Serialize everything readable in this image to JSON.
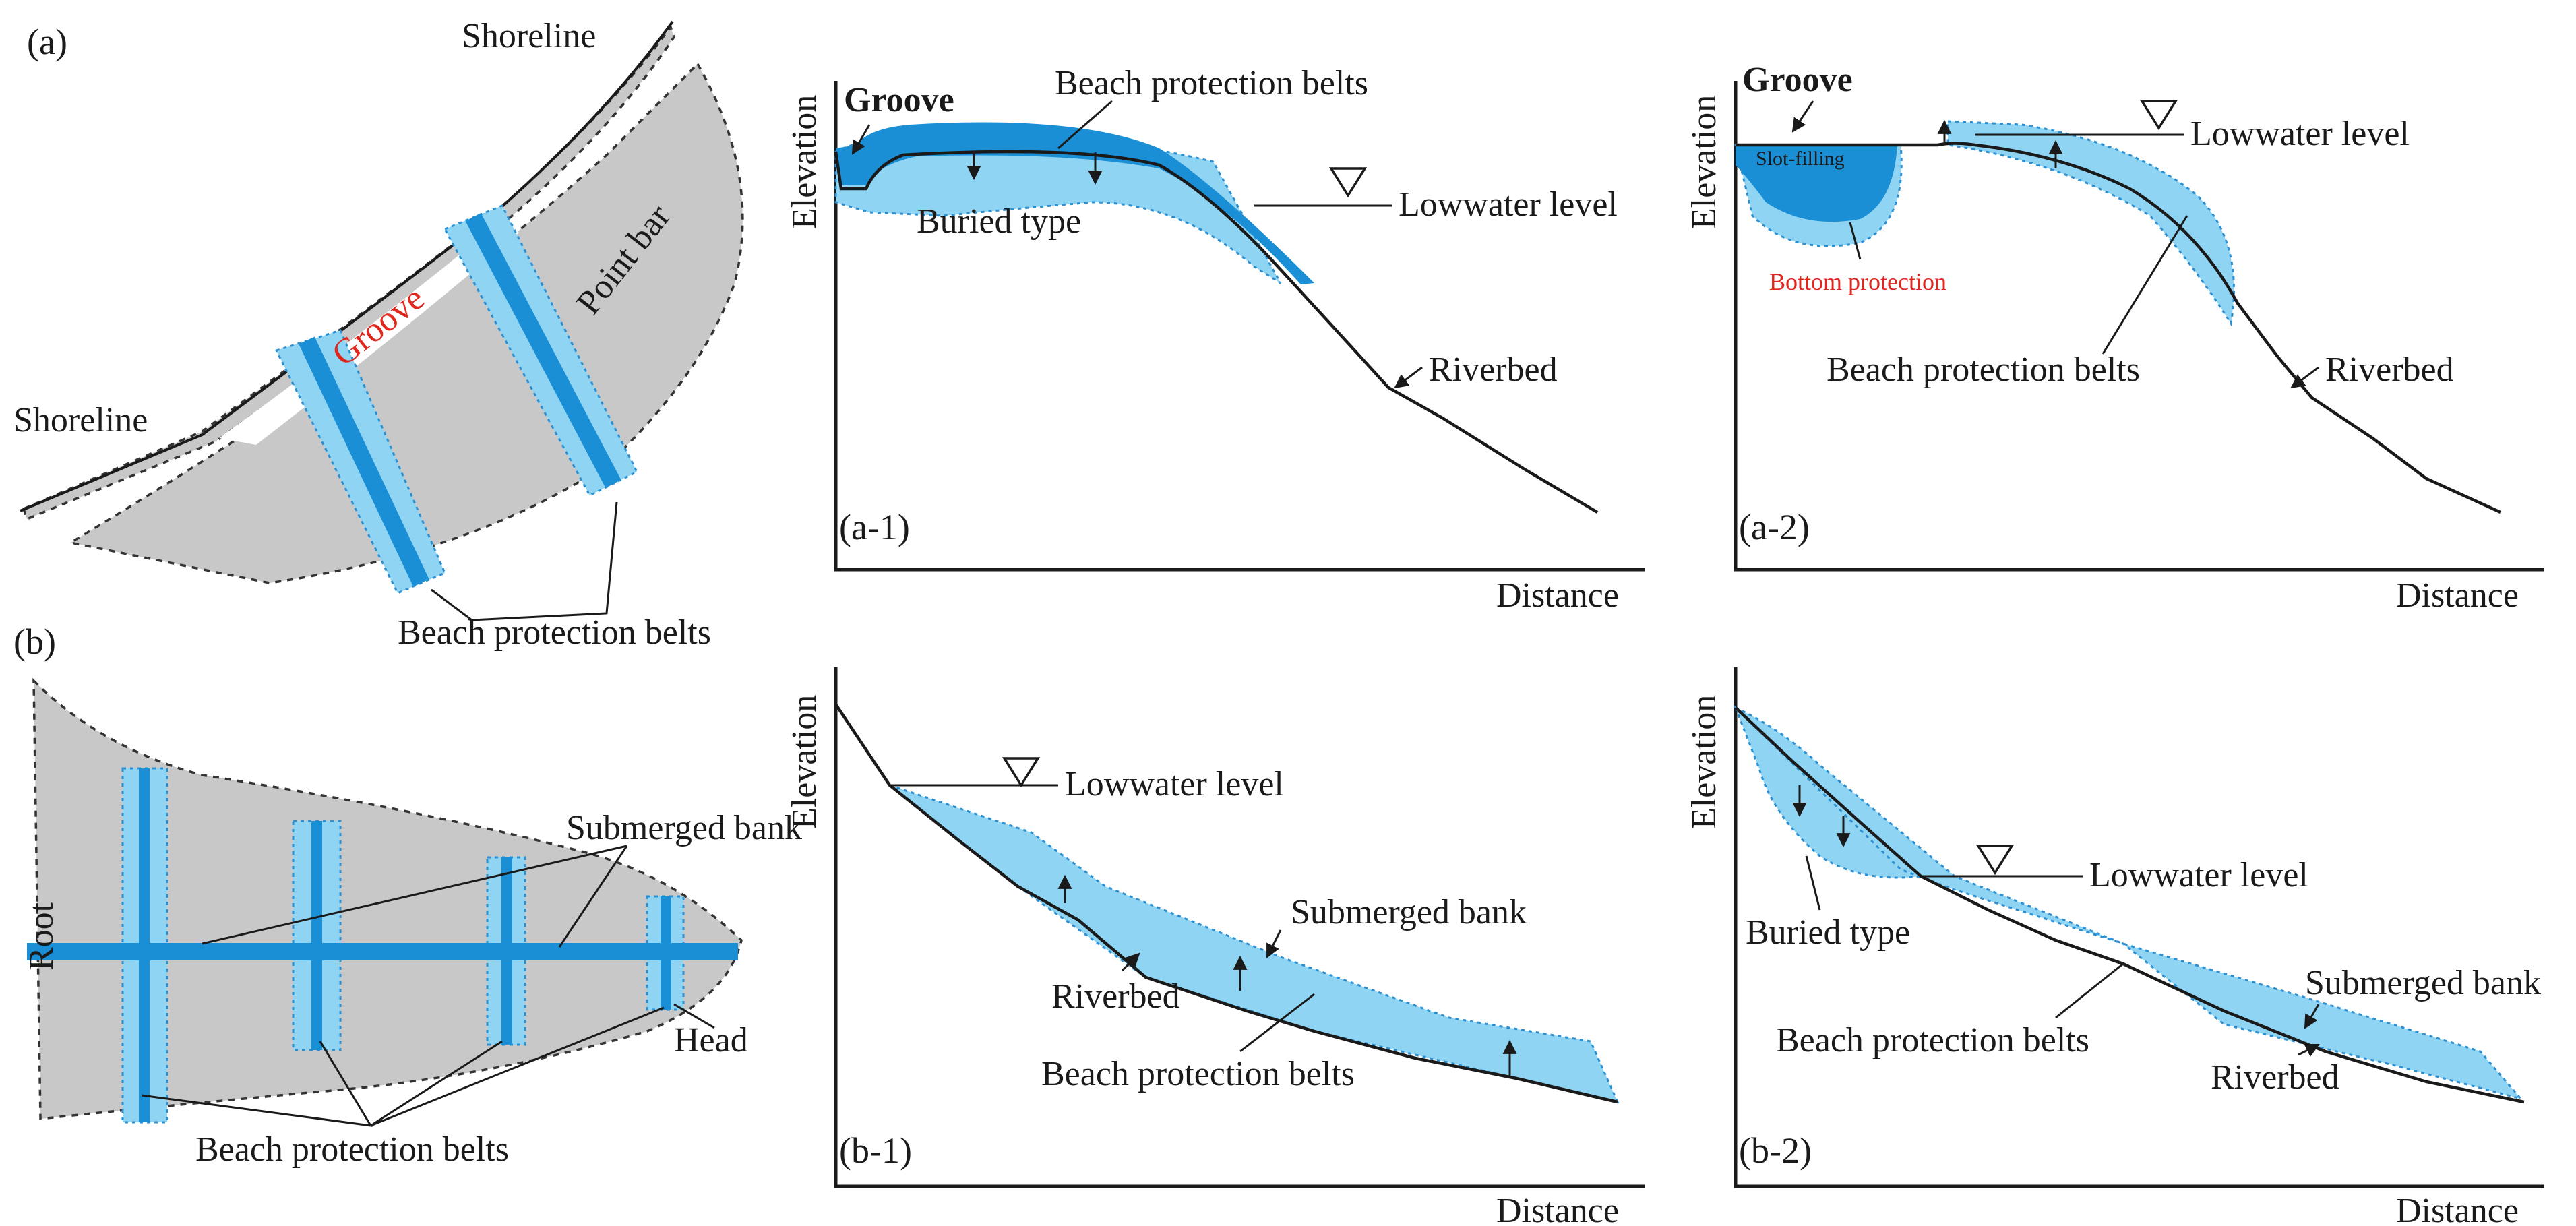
{
  "panels": {
    "a": {
      "tag": "(a)",
      "shoreline_top": "Shoreline",
      "shoreline_left": "Shoreline",
      "groove": "Groove",
      "point_bar": "Point bar",
      "belts": "Beach protection belts"
    },
    "a1": {
      "tag": "(a-1)",
      "ylabel": "Elevation",
      "xlabel": "Distance",
      "groove": "Groove",
      "belts": "Beach protection belts",
      "buried": "Buried type",
      "lowwater": "Lowwater level",
      "riverbed": "Riverbed"
    },
    "a2": {
      "tag": "(a-2)",
      "ylabel": "Elevation",
      "xlabel": "Distance",
      "groove": "Groove",
      "slot_filling": "Slot-filling",
      "bottom_protection": "Bottom protection",
      "lowwater": "Lowwater level",
      "belts": "Beach protection belts",
      "riverbed": "Riverbed"
    },
    "b": {
      "tag": "(b)",
      "root": "Root",
      "submerged_bank": "Submerged bank",
      "head": "Head",
      "belts": "Beach protection belts"
    },
    "b1": {
      "tag": "(b-1)",
      "ylabel": "Elevation",
      "xlabel": "Distance",
      "lowwater": "Lowwater level",
      "submerged_bank": "Submerged bank",
      "riverbed": "Riverbed",
      "belts": "Beach protection belts"
    },
    "b2": {
      "tag": "(b-2)",
      "ylabel": "Elevation",
      "xlabel": "Distance",
      "lowwater": "Lowwater level",
      "buried": "Buried type",
      "submerged_bank": "Submerged bank",
      "belts": "Beach protection belts",
      "riverbed": "Riverbed"
    }
  },
  "colors": {
    "belt_light": "#8fd5f3",
    "belt_dark": "#1a8fd6",
    "bar_fill": "#c8c8c8",
    "groove_text": "#e0261d"
  }
}
